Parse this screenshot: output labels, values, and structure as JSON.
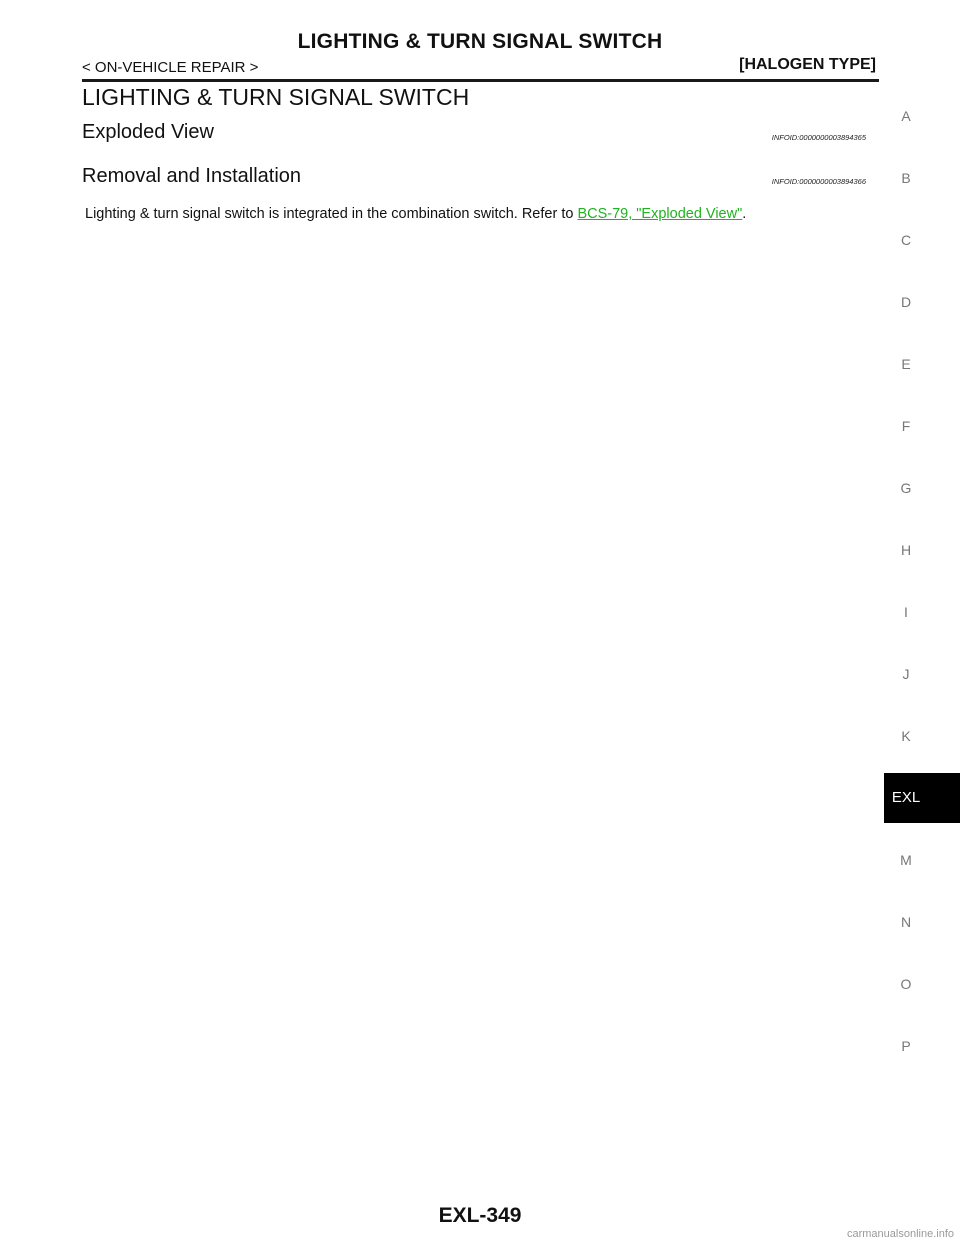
{
  "header": {
    "title": "LIGHTING & TURN SIGNAL SWITCH",
    "section": "< ON-VEHICLE REPAIR >",
    "type": "[HALOGEN TYPE]"
  },
  "content": {
    "main_heading": "LIGHTING & TURN SIGNAL SWITCH",
    "sections": [
      {
        "heading": "Exploded View",
        "info_id": "INFOID:0000000003894365"
      },
      {
        "heading": "Removal and Installation",
        "info_id": "INFOID:0000000003894366"
      }
    ],
    "body_prefix": "Lighting & turn signal switch is integrated in the combination switch. Refer to ",
    "link_text": "BCS-79, \"Exploded View\"",
    "body_suffix": "."
  },
  "side_index": {
    "letters": [
      "A",
      "B",
      "C",
      "D",
      "E",
      "F",
      "G",
      "H",
      "I",
      "J",
      "K",
      "M",
      "N",
      "O",
      "P"
    ],
    "active": "EXL"
  },
  "footer": {
    "page_number": "EXL-349",
    "watermark": "carmanualsonline.info"
  }
}
